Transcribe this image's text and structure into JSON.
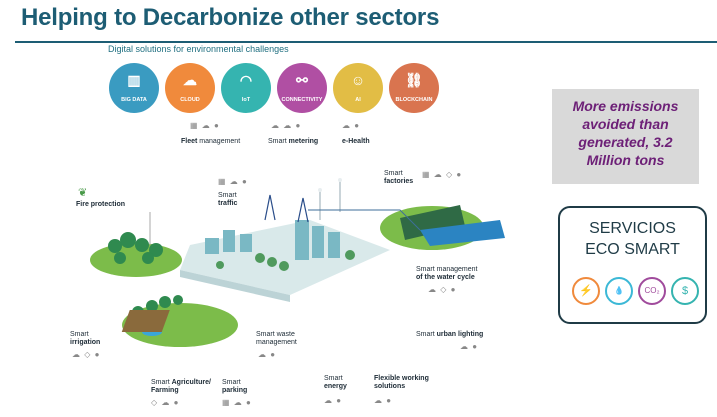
{
  "header": {
    "title": "Helping to Decarbonize other sectors",
    "subtitle": "Digital solutions for environmental challenges"
  },
  "categories": [
    {
      "label": "BIG DATA",
      "icon": "bars-icon",
      "color": "#3a9bc1"
    },
    {
      "label": "CLOUD",
      "icon": "cloud-icon",
      "color": "#f08a3c"
    },
    {
      "label": "IoT",
      "icon": "wifi-icon",
      "color": "#35b4b0"
    },
    {
      "label": "CONNECTIVITY",
      "icon": "network-icon",
      "color": "#b04fa3"
    },
    {
      "label": "AI",
      "icon": "head-icon",
      "color": "#e2bd45"
    },
    {
      "label": "BLOCKCHAIN",
      "icon": "chain-icon",
      "color": "#d9744f"
    }
  ],
  "labels": {
    "fleet": {
      "pre": "",
      "bold": "Fleet",
      "post": " management"
    },
    "metering": {
      "pre": "Smart ",
      "bold": "metering",
      "post": ""
    },
    "ehealth": {
      "pre": "",
      "bold": "e-Health",
      "post": ""
    },
    "fire": {
      "bold": "Fire protection"
    },
    "traffic1": "Smart",
    "traffic2": "traffic",
    "factories1": "Smart",
    "factories2": "factories",
    "water1": "Smart management",
    "water2": "of the water cycle",
    "irrigation1": "Smart",
    "irrigation2": "irrigation",
    "waste1": "Smart waste",
    "waste2": "management",
    "lighting_pre": "Smart ",
    "lighting_bold": "urban lighting",
    "agri_pre": "Smart ",
    "agri_bold1": "Agriculture/",
    "agri_bold2": "Farming",
    "parking1": "Smart",
    "parking2": "parking",
    "energy1": "Smart",
    "energy2": "energy",
    "flex1": "Flexible working",
    "flex2": "solutions"
  },
  "callout": {
    "text": "More emissions avoided than generated, 3.2 Million tons"
  },
  "eco": {
    "line1": "SERVICIOS",
    "line2": "ECO SMART",
    "icons": [
      {
        "name": "energy-icon",
        "glyph": "⚡",
        "color": "#f08a3c"
      },
      {
        "name": "water-drop-icon",
        "glyph": "💧",
        "color": "#3bb8d6"
      },
      {
        "name": "co2-icon",
        "glyph": "CO₂",
        "color": "#a04b9c"
      },
      {
        "name": "money-cycle-icon",
        "glyph": "$",
        "color": "#35b4b0"
      }
    ]
  }
}
